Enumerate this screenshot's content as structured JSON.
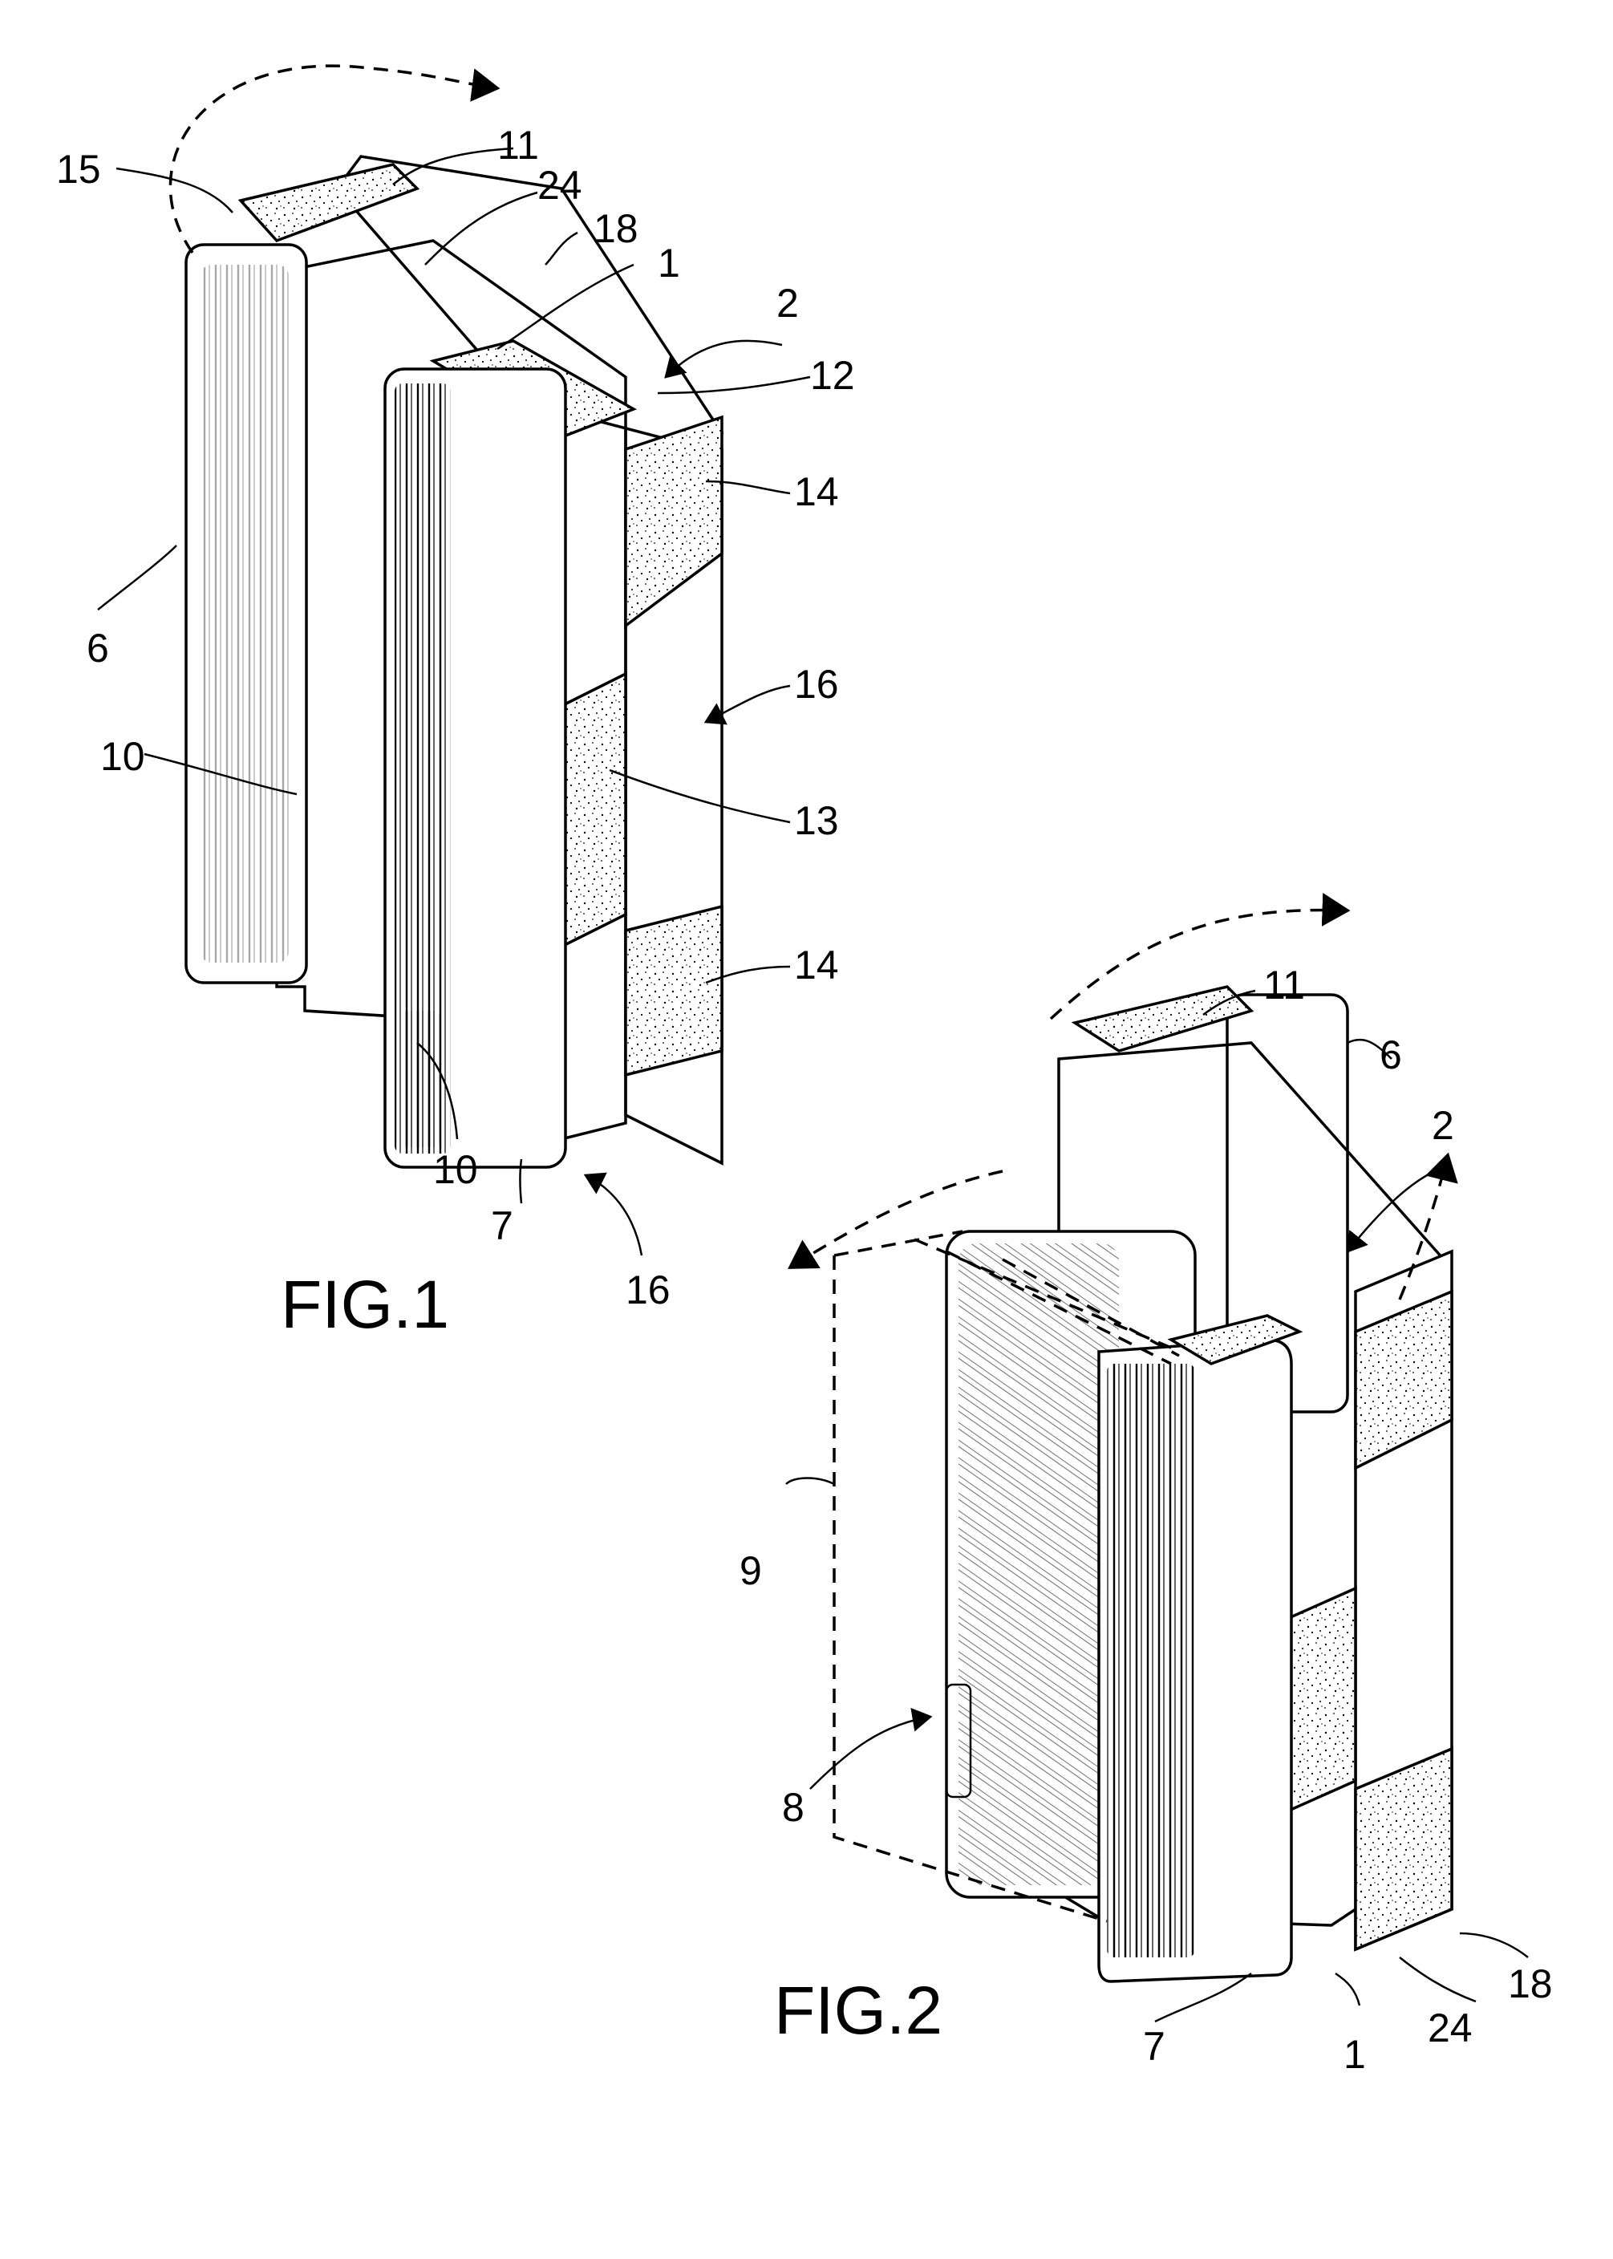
{
  "figures": [
    {
      "id": "fig1",
      "caption": "FIG.1",
      "reference_numerals": [
        "15",
        "11",
        "24",
        "18",
        "1",
        "2",
        "12",
        "14",
        "6",
        "16",
        "10",
        "13",
        "14",
        "10",
        "7",
        "16"
      ]
    },
    {
      "id": "fig2",
      "caption": "FIG.2",
      "reference_numerals": [
        "11",
        "6",
        "2",
        "9",
        "8",
        "7",
        "1",
        "24",
        "18"
      ]
    }
  ],
  "colors": {
    "ink": "#000000",
    "paper": "#ffffff"
  }
}
